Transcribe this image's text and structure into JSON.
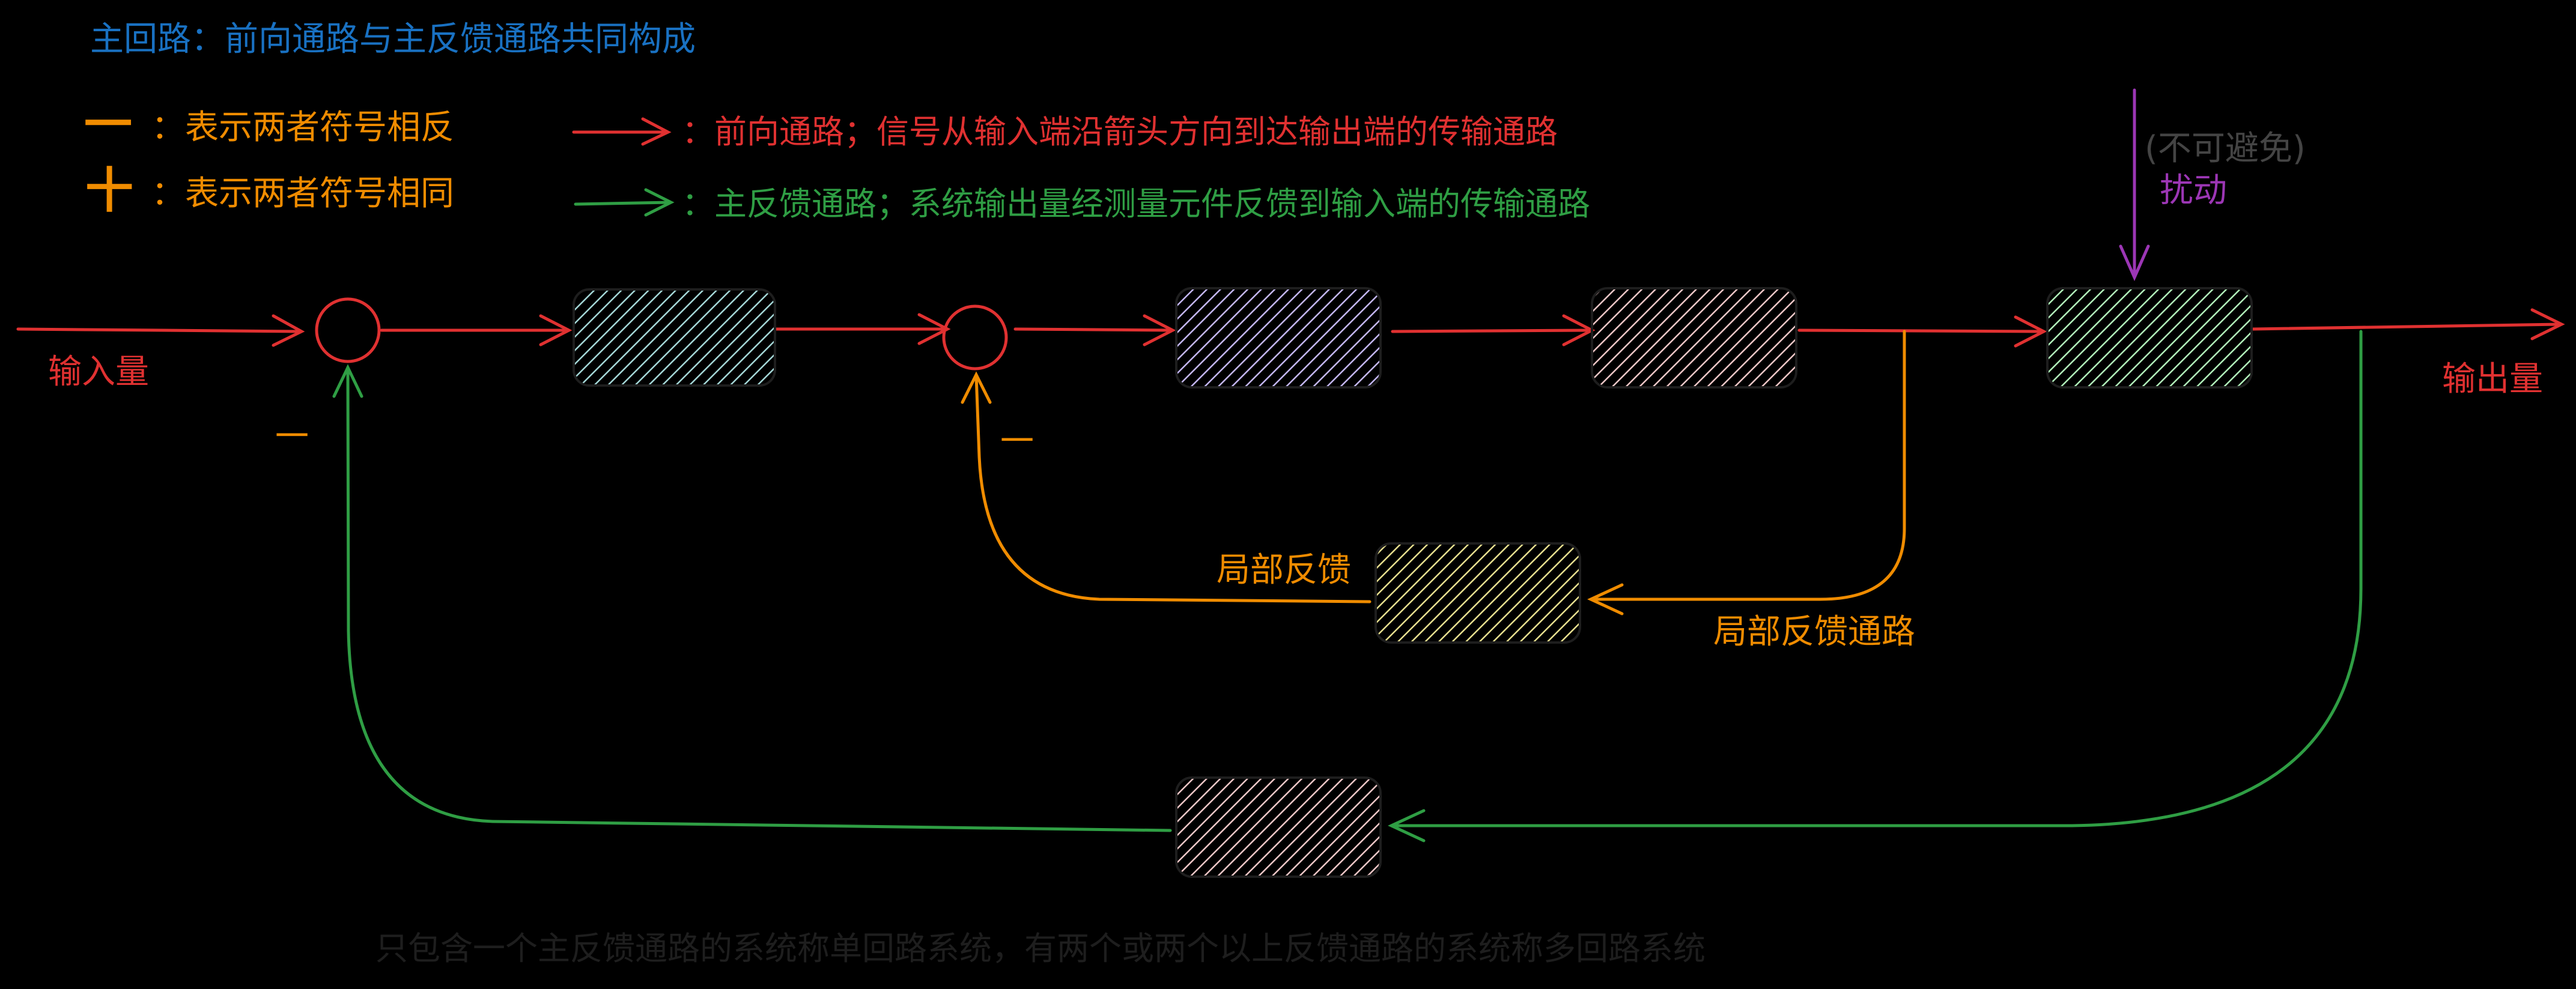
{
  "title": "主回路：前向通路与主反馈通路共同构成",
  "legend": {
    "minus_symbol": "一",
    "minus_text": "：表示两者符号相反",
    "plus_symbol": "十",
    "plus_text": "：表示两者符号相同",
    "forward_text": "：前向通路；信号从输入端沿箭头方向到达输出端的传输通路",
    "feedback_text": "：主反馈通路；系统输出量经测量元件反馈到输入端的传输通路"
  },
  "labels": {
    "input": "输入量",
    "output": "输出量",
    "sum1_sign": "一",
    "sum2_sign": "一",
    "disturbance_note": "(不可避免)",
    "disturbance": "扰动",
    "local_feedback": "局部反馈",
    "local_feedback_path": "局部反馈通路"
  },
  "footer": "只包含一个主反馈通路的系统称单回路系统，有两个或两个以上反馈通路的系统称多回路系统",
  "colors": {
    "forward": "#e03131",
    "feedback": "#2f9e44",
    "local": "#f08c00",
    "disturbance": "#9c36b5",
    "title": "#1971c2",
    "block1": "#a5d8d8",
    "block2": "#c5b8f5",
    "block3": "#f0c8c8",
    "block4": "#b2f2bb",
    "block5": "#e8e090",
    "block6": "#f0c8c8"
  }
}
